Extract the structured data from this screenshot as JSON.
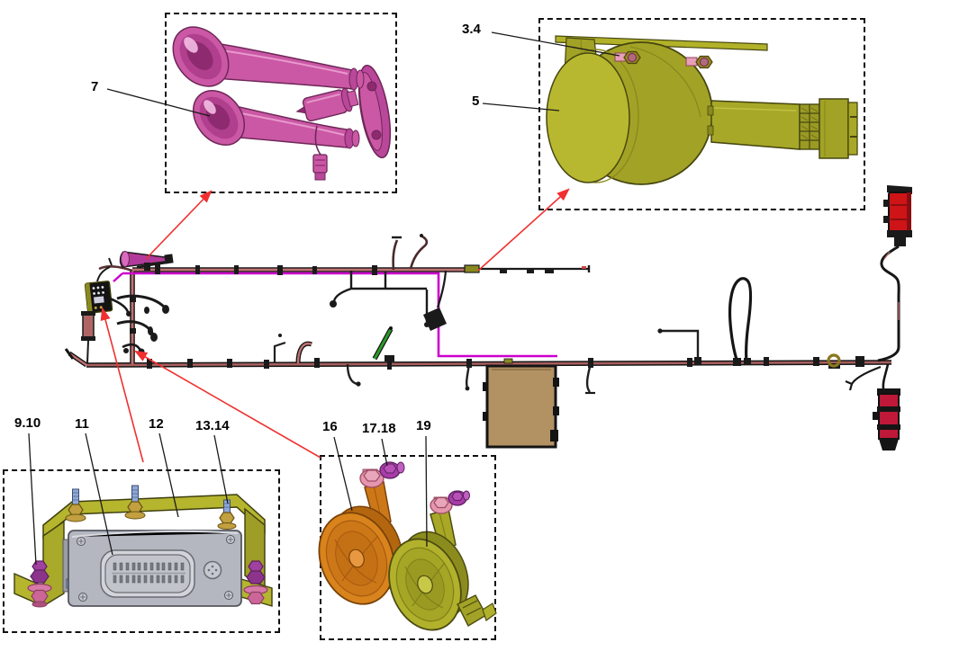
{
  "diagram": {
    "callouts": [
      {
        "label": "7"
      },
      {
        "label": "3.4"
      },
      {
        "label": "5"
      },
      {
        "label": "9.10"
      },
      {
        "label": "11"
      },
      {
        "label": "12"
      },
      {
        "label": "13.14"
      },
      {
        "label": "16"
      },
      {
        "label": "17.18"
      },
      {
        "label": "19"
      }
    ],
    "colors": {
      "arrow_red": "#f03030",
      "horn_pink": "#cb58a5",
      "horn_olive": "#a8a826",
      "horn_orange": "#d8831c",
      "ecu_gray": "#b4b6c0",
      "bracket_olive": "#b5b52e",
      "bolt_purple": "#a040a0",
      "washer_pink": "#e595ac",
      "harness_salmon": "#bc7070",
      "wire_magenta": "#cc00cc",
      "wire_green": "#2a9a2a",
      "lamp_red": "#cf1418",
      "junction_tan": "#b29162"
    }
  }
}
